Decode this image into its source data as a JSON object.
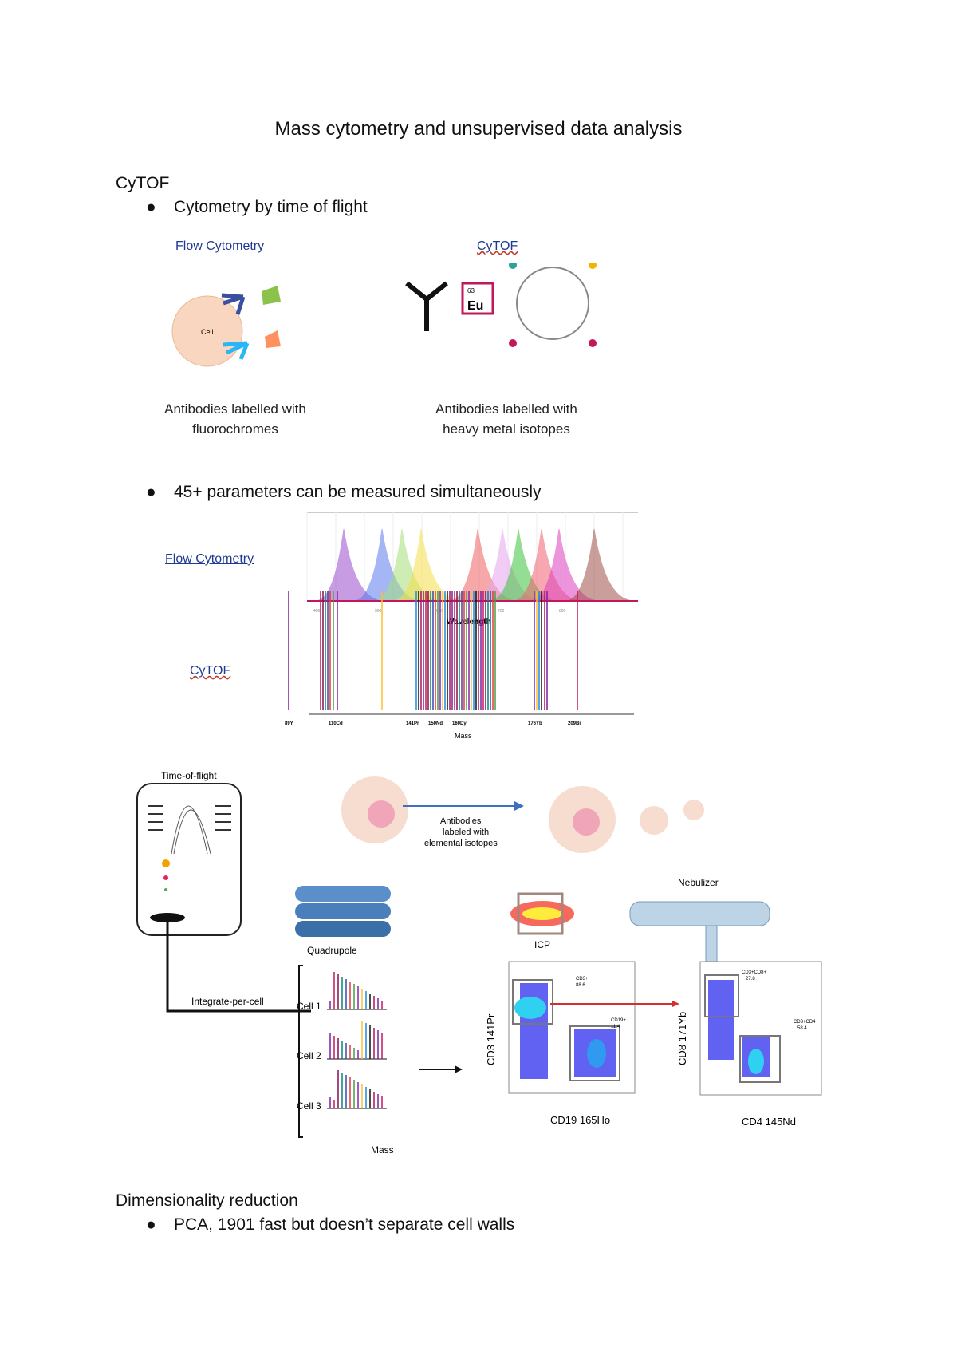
{
  "title": "Mass cytometry and unsupervised data analysis",
  "section1": {
    "heading": "CyTOF",
    "bullets": [
      "Cytometry by time of flight",
      "45+ parameters can be measured simultaneously"
    ]
  },
  "figure1": {
    "left_title": "Flow Cytometry",
    "right_title": "CyTOF",
    "cell_label": "Cell",
    "element_number": "63",
    "element_symbol": "Eu",
    "left_caption_1": "Antibodies labelled with",
    "left_caption_2": "fluorochromes",
    "right_caption_1": "Antibodies labelled with",
    "right_caption_2": "heavy metal isotopes"
  },
  "figure2": {
    "flow_label": "Flow Cytometry",
    "cytof_label": "CyTOF",
    "wavelength_axis": "Wavelength",
    "wavelength_ticks": [
      "400",
      "500",
      "600",
      "700",
      "800"
    ],
    "mass_axis": "Mass",
    "mass_ticks": [
      "89Y",
      "110Cd",
      "141Pr",
      "150Nd",
      "160Dy",
      "176Yb",
      "209Bi"
    ]
  },
  "figure3": {
    "tof_label": "Time-of-flight",
    "antibodies_label_1": "Antibodies",
    "antibodies_label_2": "labeled with",
    "antibodies_label_3": "elemental isotopes",
    "nebulizer_label": "Nebulizer",
    "quadrupole_label": "Quadrupole",
    "icp_label": "ICP",
    "integrate_label": "Integrate-per-cell",
    "cells": [
      "Cell 1",
      "Cell 2",
      "Cell 3"
    ],
    "mass_label": "Mass",
    "plot1": {
      "xlabel": "CD19 165Ho",
      "ylabel": "CD3  141Pr",
      "gate1": "CD3+",
      "gate1_val": "88.6",
      "gate2": "CD19+",
      "gate2_val": "11.4"
    },
    "plot2": {
      "xlabel": "CD4 145Nd",
      "ylabel": "CD8  171Yb",
      "gate1": "CD3+CD8+",
      "gate1_val": "27.8",
      "gate2": "CD3+CD4+",
      "gate2_val": "58.4"
    }
  },
  "section2": {
    "heading": "Dimensionality reduction",
    "bullets": [
      "PCA, 1901 fast but doesn’t separate cell walls"
    ]
  }
}
